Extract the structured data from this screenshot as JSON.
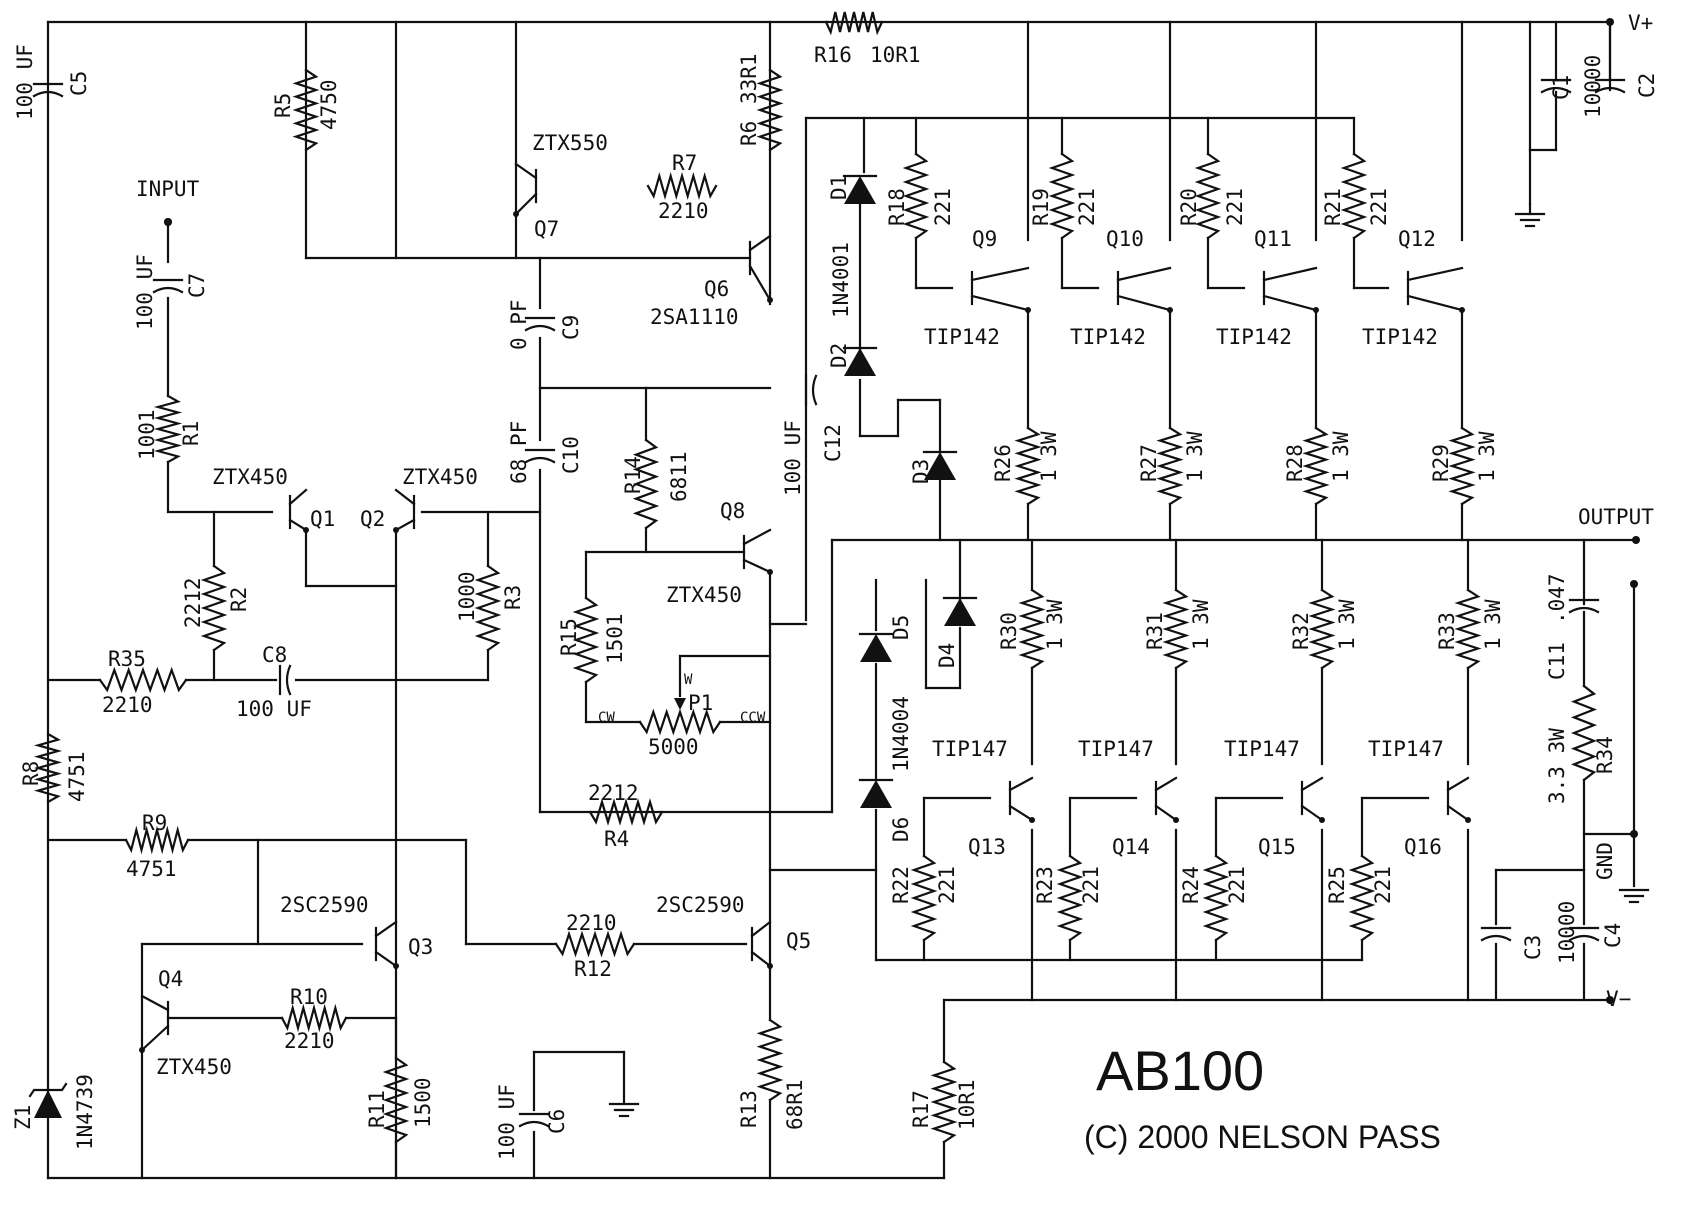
{
  "title": "AB100",
  "copyright": "(C) 2000 NELSON PASS",
  "nets": {
    "vplus": "V+",
    "vminus": "V−",
    "output": "OUTPUT",
    "input": "INPUT",
    "gnd": "GND"
  },
  "pot": {
    "wiper": "W",
    "cw": "CW",
    "ccw": "CCW"
  },
  "components": {
    "C5": {
      "ref": "C5",
      "value": "100 UF"
    },
    "R5": {
      "ref": "R5",
      "value": "4750"
    },
    "R6": {
      "ref": "R6",
      "value": "33R1"
    },
    "R16": {
      "ref": "R16",
      "value": "10R1"
    },
    "C1": {
      "ref": "C1",
      "value": "10000"
    },
    "C2": {
      "ref": "C2"
    },
    "C7": {
      "ref": "C7",
      "value": "100 UF"
    },
    "R7": {
      "ref": "R7",
      "value": "2210"
    },
    "Q7": {
      "ref": "Q7",
      "part": "ZTX550"
    },
    "Q6": {
      "ref": "Q6",
      "part": "2SA1110"
    },
    "C9": {
      "ref": "C9",
      "value": "0 PF"
    },
    "C10": {
      "ref": "C10",
      "value": "68 PF"
    },
    "C12": {
      "ref": "C12",
      "value": "100 UF"
    },
    "D1": {
      "ref": "D1"
    },
    "D2": {
      "ref": "D2"
    },
    "D12_part": "1N4001",
    "D3": {
      "ref": "D3"
    },
    "D4": {
      "ref": "D4"
    },
    "D5": {
      "ref": "D5"
    },
    "D6": {
      "ref": "D6"
    },
    "D56_part": "1N4004",
    "R1": {
      "ref": "R1",
      "value": "1001"
    },
    "Q1": {
      "ref": "Q1",
      "part": "ZTX450"
    },
    "Q2": {
      "ref": "Q2",
      "part": "ZTX450"
    },
    "R2": {
      "ref": "R2",
      "value": "2212"
    },
    "R3": {
      "ref": "R3",
      "value": "1000"
    },
    "R35": {
      "ref": "R35",
      "value": "2210"
    },
    "C8": {
      "ref": "C8",
      "value": "100 UF"
    },
    "R14": {
      "ref": "R14",
      "value": "6811"
    },
    "Q8": {
      "ref": "Q8",
      "part": "ZTX450"
    },
    "R15": {
      "ref": "R15",
      "value": "1501"
    },
    "P1": {
      "ref": "P1",
      "value": "5000"
    },
    "R4": {
      "ref": "R4",
      "value": "2212"
    },
    "R8": {
      "ref": "R8",
      "value": "4751"
    },
    "R9": {
      "ref": "R9",
      "value": "4751"
    },
    "Q3": {
      "ref": "Q3",
      "part": "2SC2590"
    },
    "Q5": {
      "ref": "Q5",
      "part": "2SC2590"
    },
    "R12": {
      "ref": "R12",
      "value": "2210"
    },
    "Q4": {
      "ref": "Q4",
      "part": "ZTX450"
    },
    "R10": {
      "ref": "R10",
      "value": "2210"
    },
    "R11": {
      "ref": "R11",
      "value": "1500"
    },
    "C6": {
      "ref": "C6",
      "value": "100 UF"
    },
    "R13": {
      "ref": "R13",
      "value": "68R1"
    },
    "R17": {
      "ref": "R17",
      "value": "10R1"
    },
    "Z1": {
      "ref": "Z1",
      "part": "1N4739"
    },
    "R18": {
      "ref": "R18",
      "value": "221"
    },
    "R19": {
      "ref": "R19",
      "value": "221"
    },
    "R20": {
      "ref": "R20",
      "value": "221"
    },
    "R21": {
      "ref": "R21",
      "value": "221"
    },
    "Q9": {
      "ref": "Q9",
      "part": "TIP142"
    },
    "Q10": {
      "ref": "Q10",
      "part": "TIP142"
    },
    "Q11": {
      "ref": "Q11",
      "part": "TIP142"
    },
    "Q12": {
      "ref": "Q12",
      "part": "TIP142"
    },
    "R26": {
      "ref": "R26",
      "value": "1 3W"
    },
    "R27": {
      "ref": "R27",
      "value": "1 3W"
    },
    "R28": {
      "ref": "R28",
      "value": "1 3W"
    },
    "R29": {
      "ref": "R29",
      "value": "1 3W"
    },
    "R30": {
      "ref": "R30",
      "value": "1 3W"
    },
    "R31": {
      "ref": "R31",
      "value": "1 3W"
    },
    "R32": {
      "ref": "R32",
      "value": "1 3W"
    },
    "R33": {
      "ref": "R33",
      "value": "1 3W"
    },
    "Q13": {
      "ref": "Q13",
      "part": "TIP147"
    },
    "Q14": {
      "ref": "Q14",
      "part": "TIP147"
    },
    "Q15": {
      "ref": "Q15",
      "part": "TIP147"
    },
    "Q16": {
      "ref": "Q16",
      "part": "TIP147"
    },
    "R22": {
      "ref": "R22",
      "value": "221"
    },
    "R23": {
      "ref": "R23",
      "value": "221"
    },
    "R24": {
      "ref": "R24",
      "value": "221"
    },
    "R25": {
      "ref": "R25",
      "value": "221"
    },
    "C11": {
      "ref": "C11",
      "value": ".047"
    },
    "R34": {
      "ref": "R34",
      "value": "3.3 3W"
    },
    "C3": {
      "ref": "C3"
    },
    "C4": {
      "ref": "C4",
      "value": "10000"
    }
  }
}
